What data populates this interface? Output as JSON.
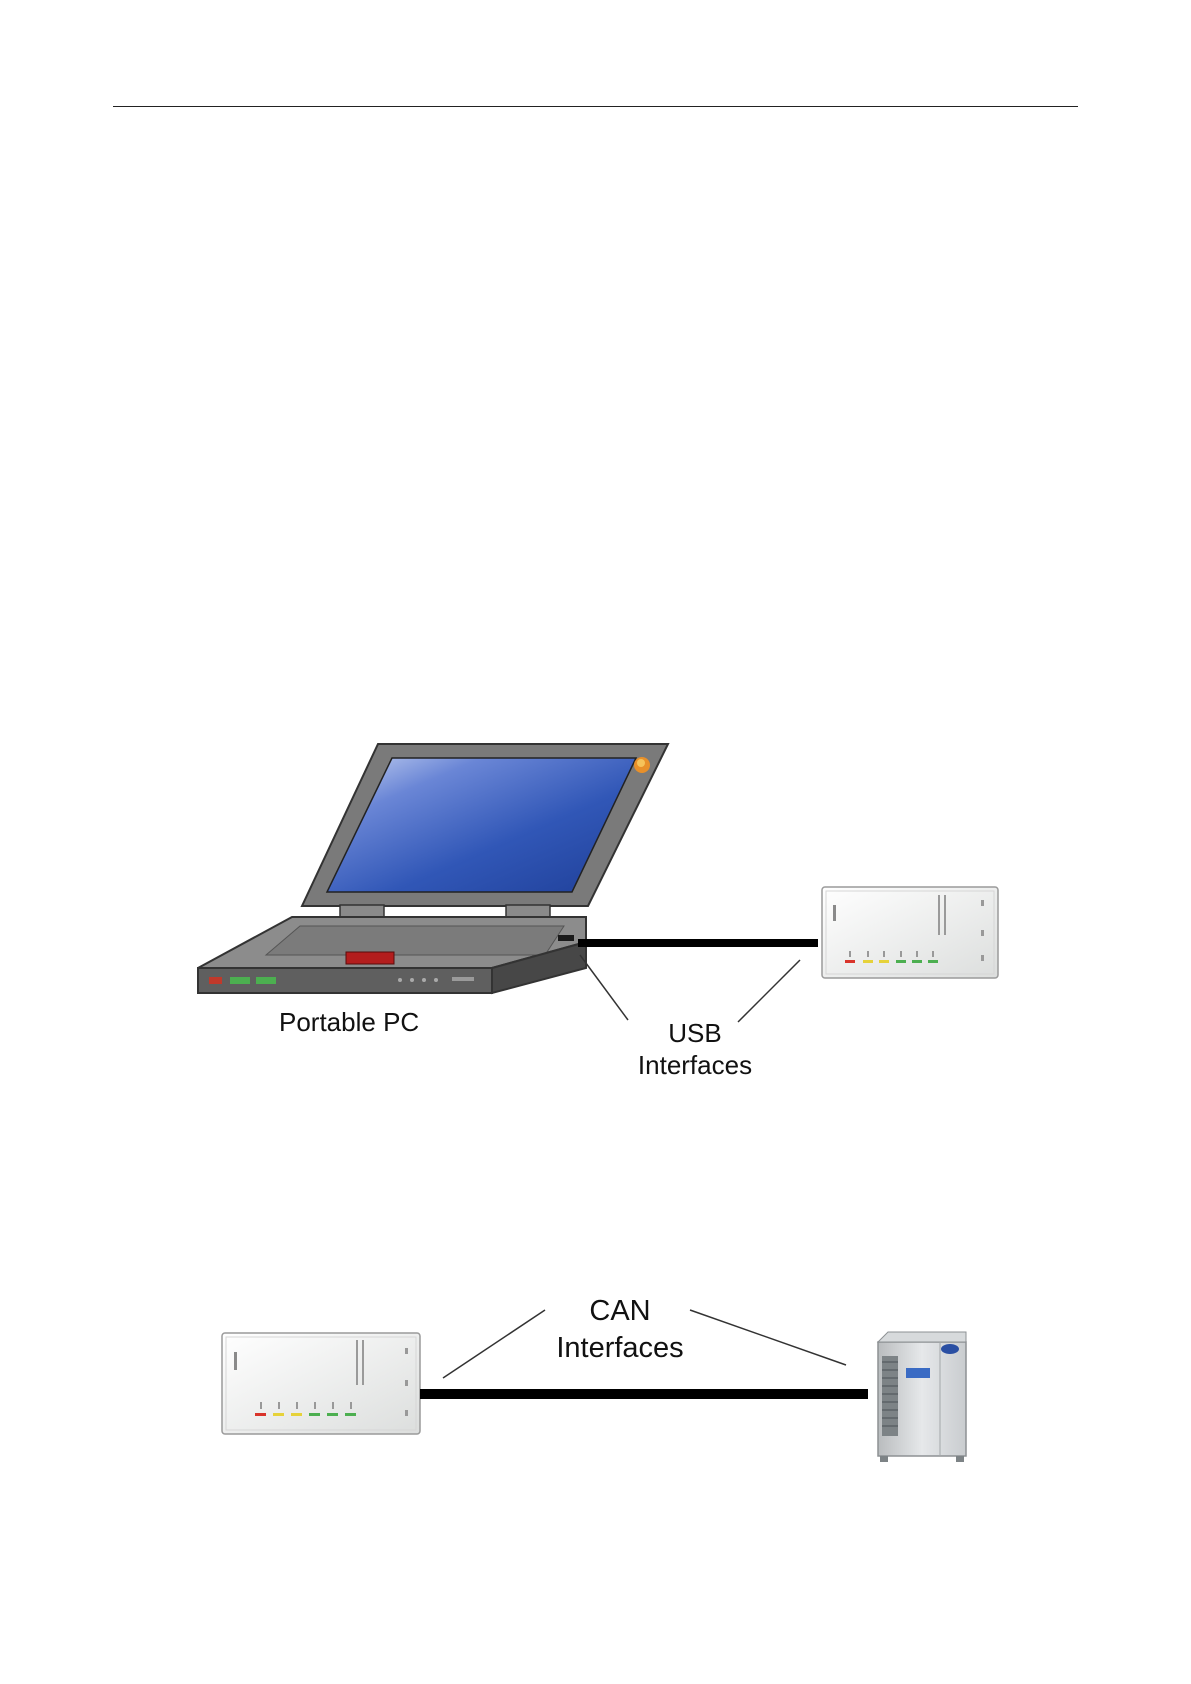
{
  "diagram1": {
    "label_pc": "Portable PC",
    "label_usb_line1": "USB",
    "label_usb_line2": "Interfaces"
  },
  "diagram2": {
    "label_can_line1": "CAN",
    "label_can_line2": "Interfaces"
  },
  "colors": {
    "cable": "#000000",
    "laptop_body": "#6e6e6e",
    "screen": "#2f56b5",
    "device_case": "#eef0ef"
  },
  "icons": {
    "laptop": "laptop-icon",
    "gateway": "gateway-device-icon",
    "outdoor_unit": "outdoor-ac-unit-icon"
  }
}
